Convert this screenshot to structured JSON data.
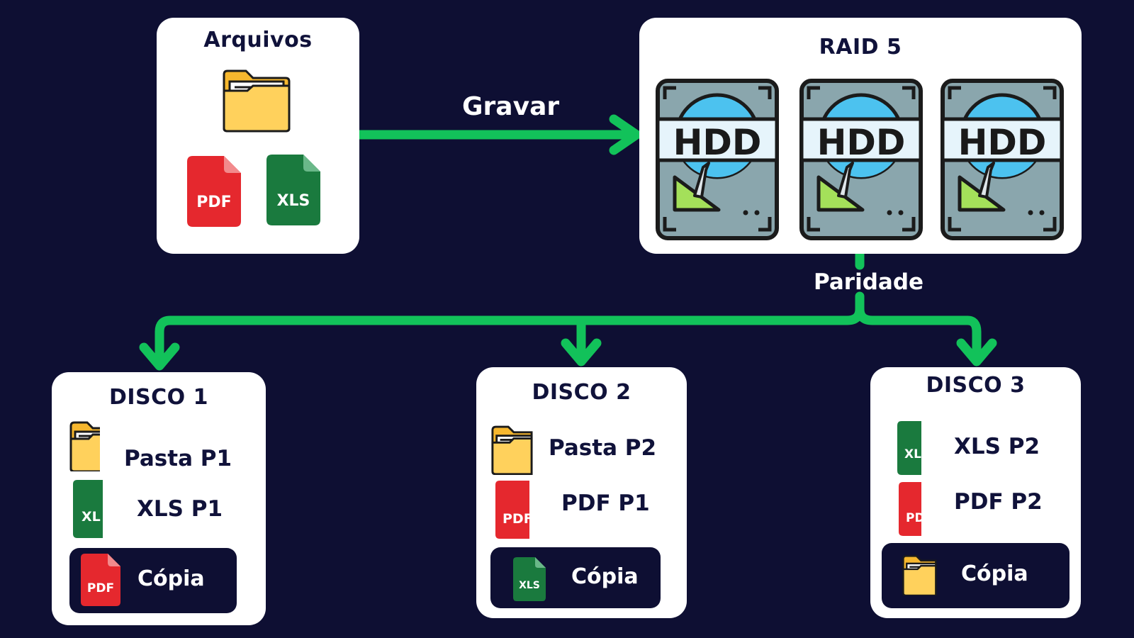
{
  "source": {
    "title": "Arquivos"
  },
  "target": {
    "title": "RAID 5",
    "drive_label": "HDD"
  },
  "write_label": "Gravar",
  "parity_label": "Paridade",
  "file_badges": {
    "pdf": "PDF",
    "xls": "XLS",
    "pdf_clip": "PDF",
    "xls_clip": "XL",
    "pdf_clip2": "PD"
  },
  "disks": [
    {
      "title": "DISCO 1",
      "rows": [
        "Pasta P1",
        "XLS P1"
      ],
      "copy": "Cópia"
    },
    {
      "title": "DISCO 2",
      "rows": [
        "Pasta P2",
        "PDF P1"
      ],
      "copy": "Cópia"
    },
    {
      "title": "DISCO 3",
      "rows": [
        "XLS P2",
        "PDF P2"
      ],
      "copy": "Cópia"
    }
  ],
  "colors": {
    "background": "#0e0f33",
    "arrow": "#12c25a",
    "card": "#ffffff",
    "text": "#10123a"
  }
}
